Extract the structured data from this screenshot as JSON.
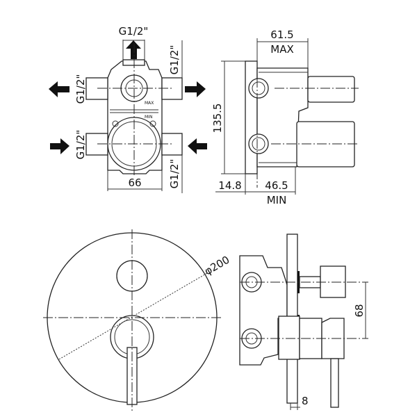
{
  "top_left_view": {
    "top_inlet": "G1/2\"",
    "left_upper": "G1/2\"",
    "left_lower": "G1/2\"",
    "right_upper": "G1/2\"",
    "right_lower": "G1/2\"",
    "width_dim": "66",
    "body_mark_max": "MAX",
    "body_mark_min": "MIN"
  },
  "top_right_view": {
    "height_dim": "135.5",
    "max_dim": "61.5",
    "max_label": "MAX",
    "plate_dim": "14.8",
    "min_dim": "46.5",
    "min_label": "MIN"
  },
  "bottom_left_view": {
    "diameter_dim": "φ200"
  },
  "bottom_right_view": {
    "spacing_dim": "68",
    "plate_thickness_dim": "8"
  }
}
